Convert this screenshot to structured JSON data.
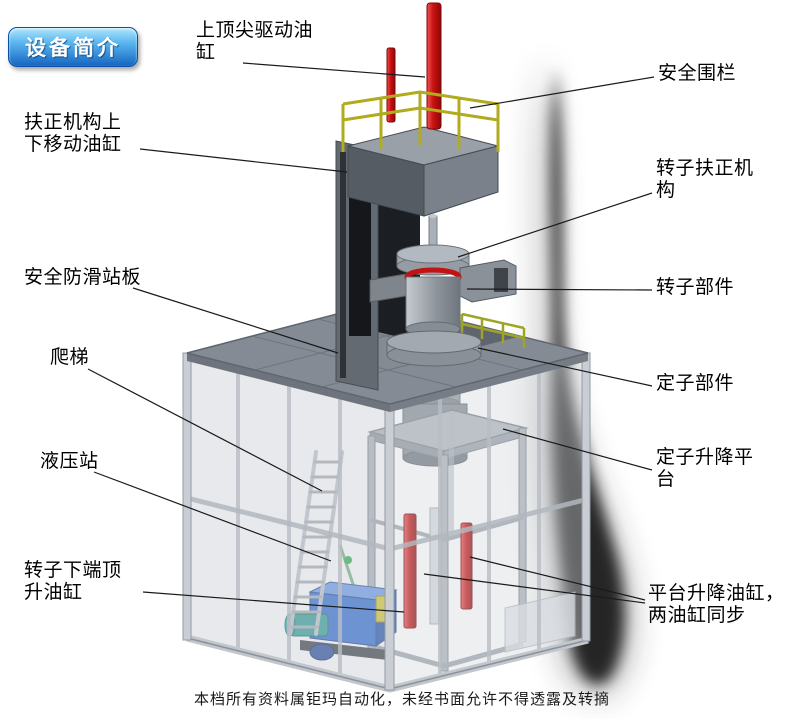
{
  "page": {
    "badge_label": "设备简介",
    "footer_text": "本档所有资料属钜玛自动化，未经书面允许不得透露及转摘"
  },
  "colors": {
    "badge_blue_top": "#aee6fb",
    "badge_blue_bottom": "#1565c0",
    "cylinder_red": "#c41212",
    "railing_yellow": "#b1ab1f",
    "hydraulic_blue": "#2f6bd4",
    "motor_teal": "#2f9e96",
    "frame_gray": "#848b94"
  },
  "labels": [
    {
      "id": "top-tip-drive-cylinder",
      "text": "上顶尖驱动油\n缸"
    },
    {
      "id": "safety-fence",
      "text": "安全围栏"
    },
    {
      "id": "centering-mech-move-cylinder",
      "text": "扶正机构上\n下移动油缸"
    },
    {
      "id": "rotor-centering-mech",
      "text": "转子扶正机\n构"
    },
    {
      "id": "anti-slip-standing-board",
      "text": "安全防滑站板"
    },
    {
      "id": "rotor-part",
      "text": "转子部件"
    },
    {
      "id": "ladder",
      "text": "爬梯"
    },
    {
      "id": "stator-part",
      "text": "定子部件"
    },
    {
      "id": "hydraulic-station",
      "text": "液压站"
    },
    {
      "id": "stator-lift-platform",
      "text": "定子升降平\n台"
    },
    {
      "id": "rotor-bottom-jack-cylinder",
      "text": "转子下端顶\n升油缸"
    },
    {
      "id": "platform-lift-cylinders",
      "text": "平台升降油缸，\n两油缸同步"
    }
  ]
}
